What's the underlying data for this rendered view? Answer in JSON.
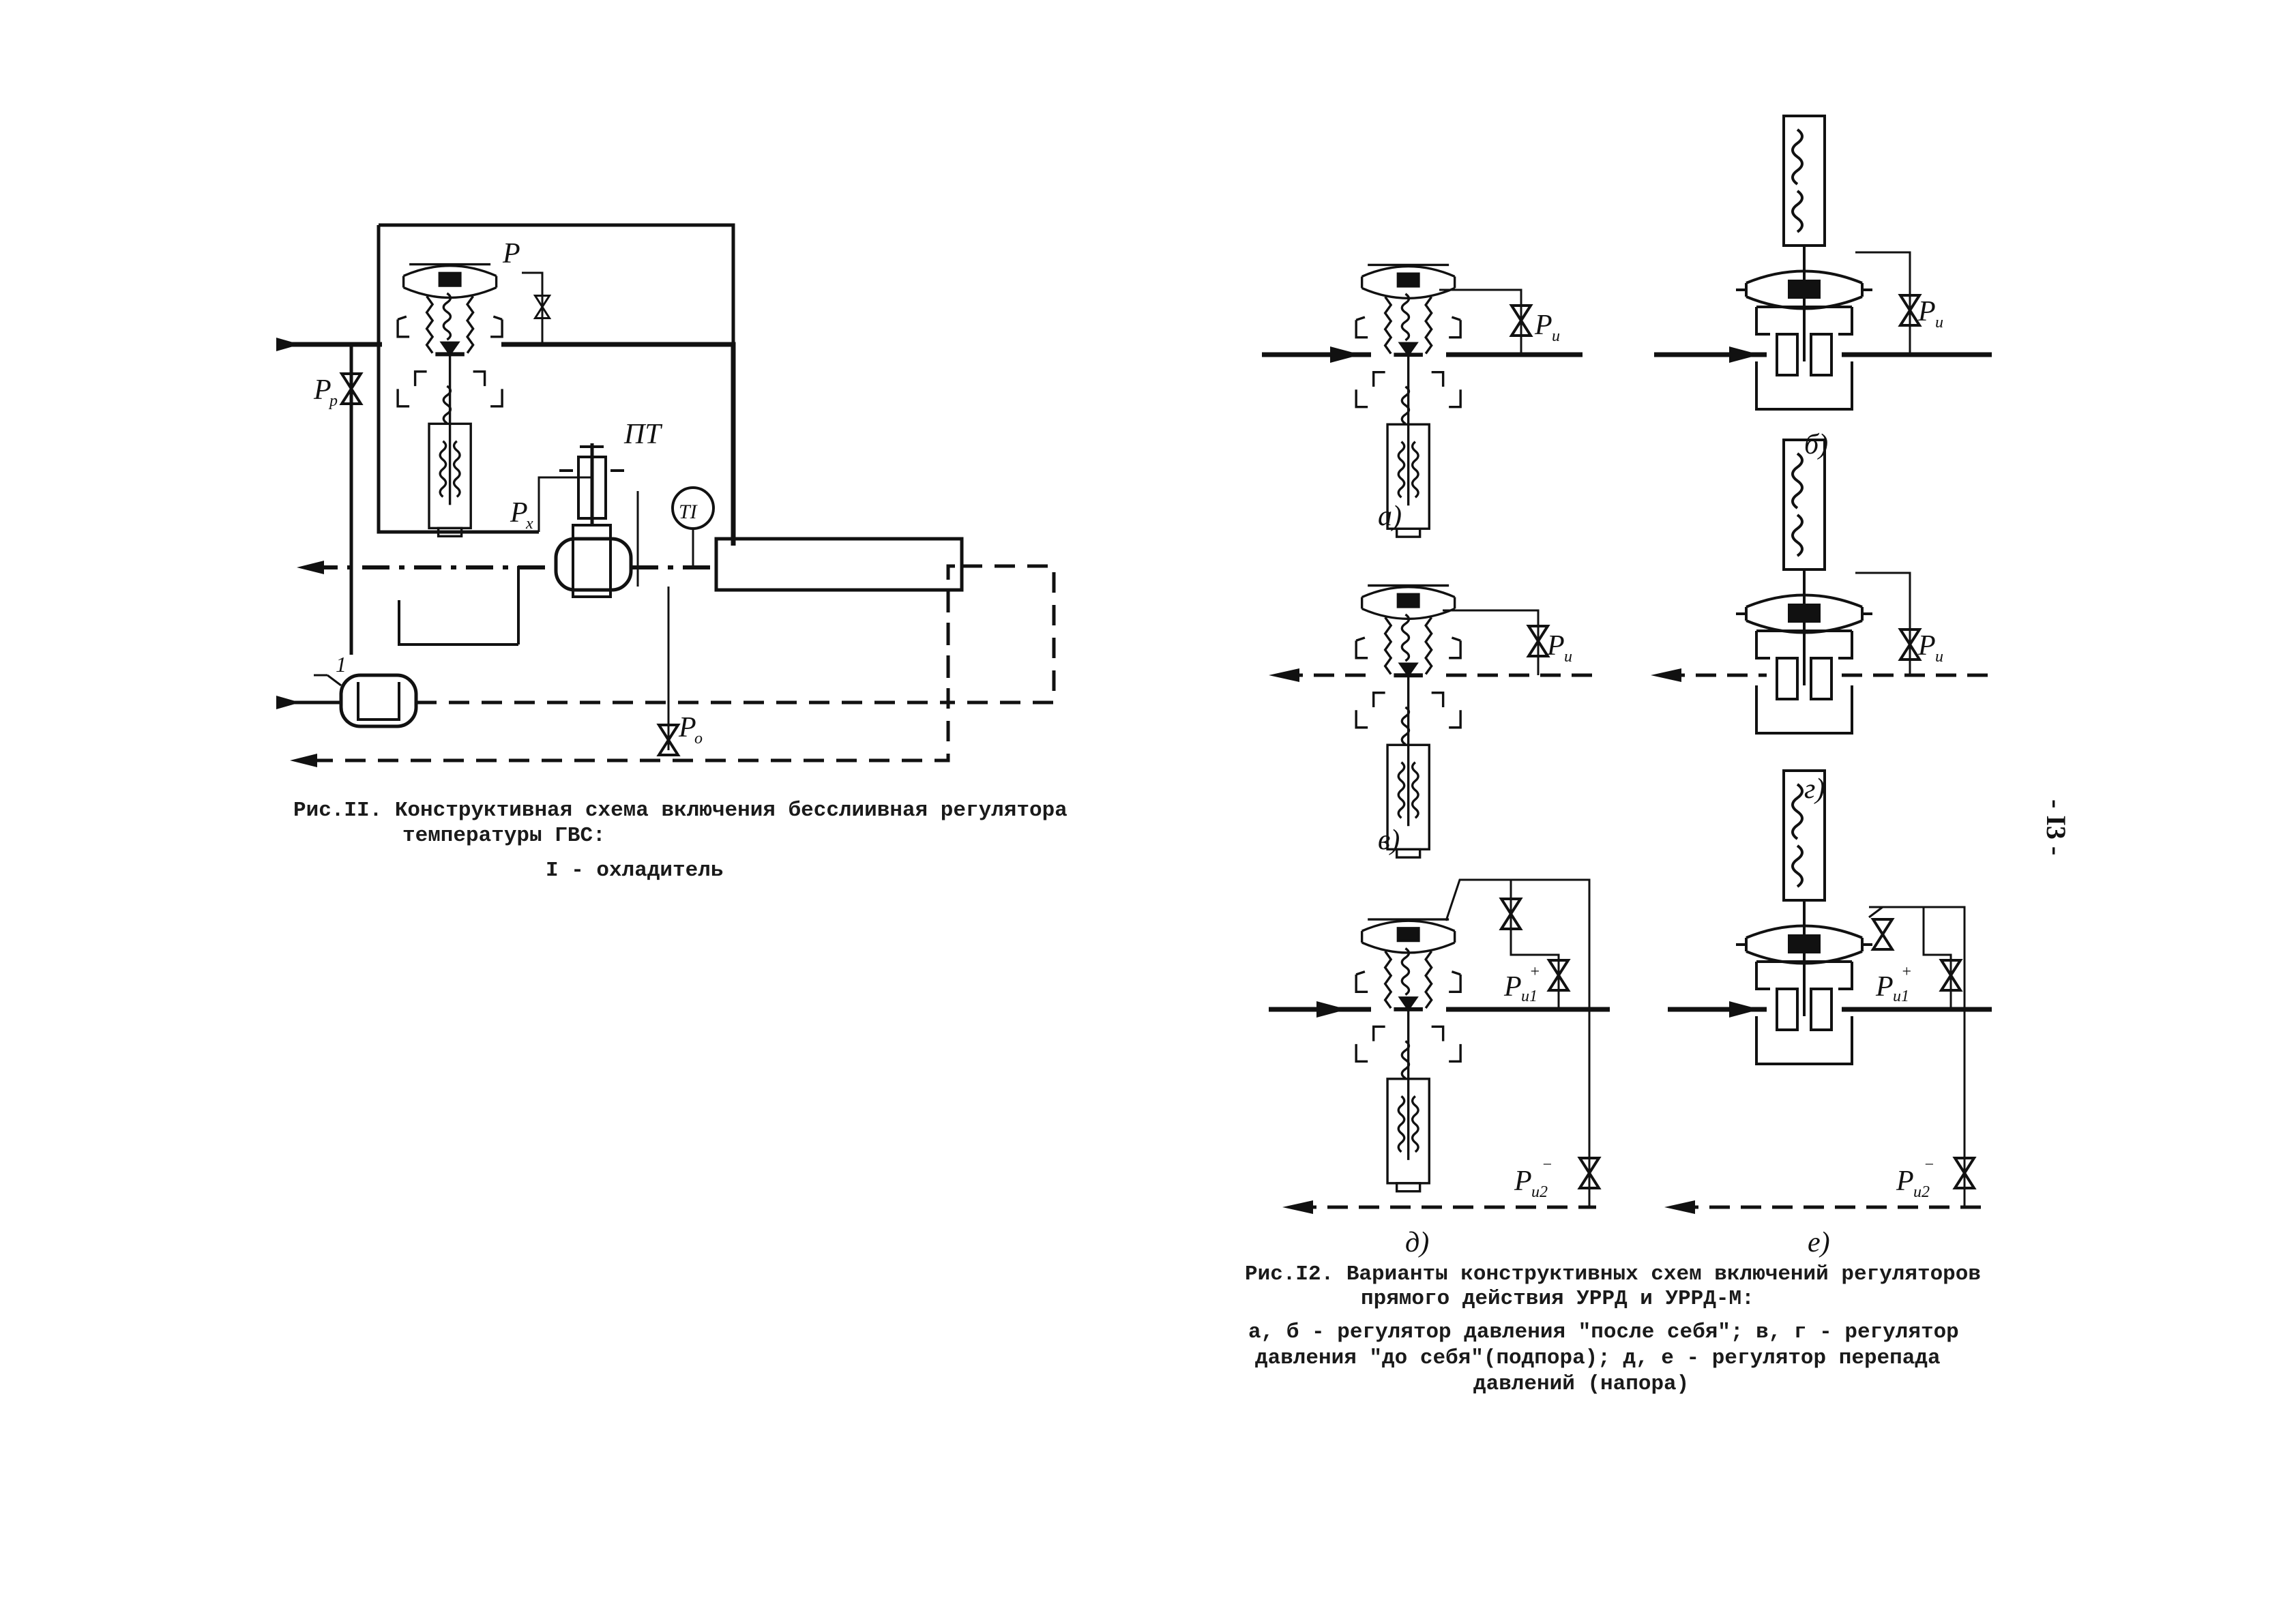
{
  "page_number": "- I3 -",
  "fig11": {
    "caption_line1": "Рис.II. Конструктивная схема включения бесслиивная регулятора",
    "caption_line2": "температуры ГВС:",
    "caption_line3": "I - охладитель",
    "labels": {
      "p": "P",
      "pt": "ПТ",
      "ti": "TI",
      "pr": "P",
      "pr_sub": "р",
      "px": "P",
      "px_sub": "x",
      "po": "P",
      "po_sub": "о",
      "cooler": "1"
    }
  },
  "fig12": {
    "caption_line1": "Рис.I2. Варианты конструктивных схем включений регуляторов",
    "caption_line2": "прямого действия УРРД и УРРД-М:",
    "legend_line1": "а, б - регулятор давления \"после себя\"; в, г - регулятор",
    "legend_line2": "давления \"до себя\"(подпора); д, е - регулятор перепада",
    "legend_line3": "давлений (напора)",
    "variants": [
      "а)",
      "б)",
      "в)",
      "г)",
      "д)",
      "е)"
    ],
    "labels": {
      "pi": "P",
      "pi_sub": "и",
      "pi1": "P",
      "pi1_sub": "и1",
      "pi1_sup": "+",
      "pi2": "P",
      "pi2_sub": "и2",
      "pi2_sup": "−"
    }
  }
}
